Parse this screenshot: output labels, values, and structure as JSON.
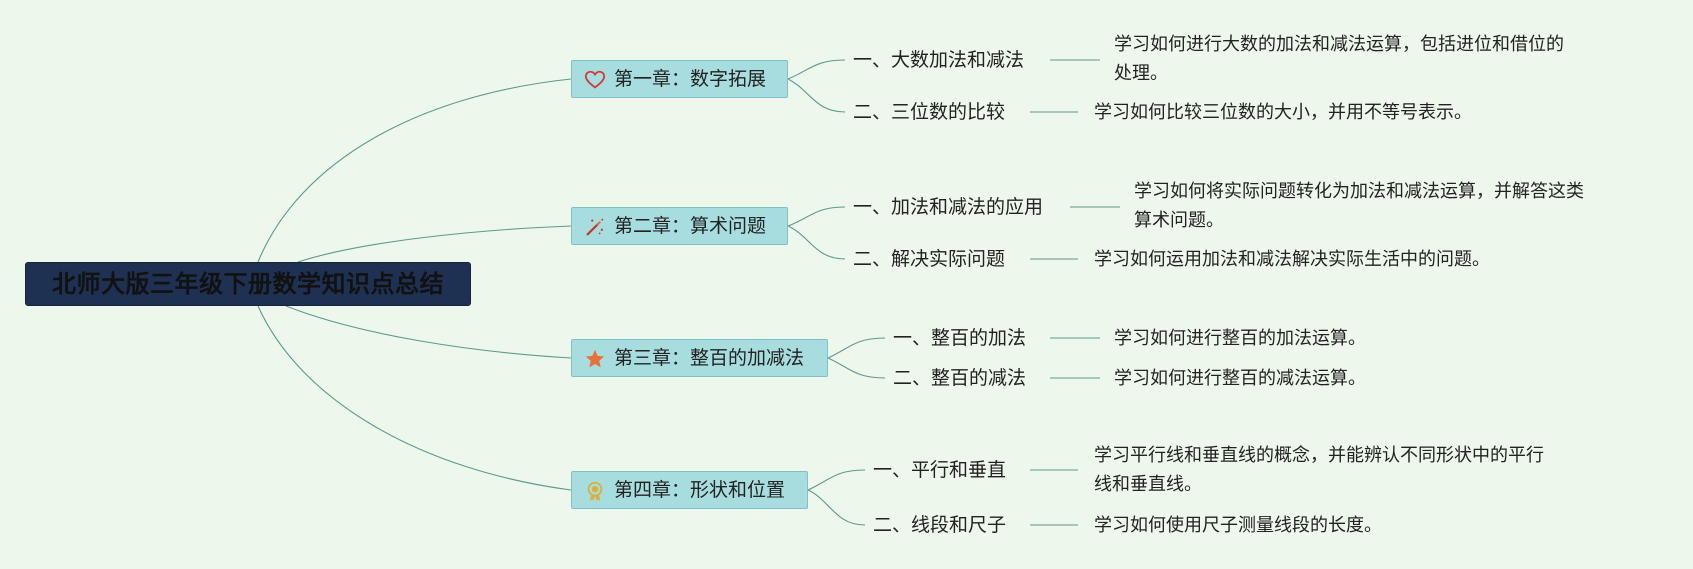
{
  "colors": {
    "background": "#eef7ec",
    "root_fill": "#1f3152",
    "chapter_fill": "#a8dde0",
    "chapter_border": "#7fc2c6",
    "connector": "#5d9a8d",
    "heart": "#d23a3a",
    "star": "#e8703a",
    "medal": "#d9b13a"
  },
  "root": {
    "title": "北师大版三年级下册数学知识点总结"
  },
  "chapters": [
    {
      "title": "第一章：数字拓展",
      "icon": "heart-outline-icon",
      "sections": [
        {
          "title": "一、大数加法和减法",
          "desc": [
            "学习如何进行大数的加法和减法运算，包括进位和借位的",
            "处理。"
          ]
        },
        {
          "title": "二、三位数的比较",
          "desc": [
            "学习如何比较三位数的大小，并用不等号表示。"
          ]
        }
      ]
    },
    {
      "title": "第二章：算术问题",
      "icon": "magic-wand-icon",
      "sections": [
        {
          "title": "一、加法和减法的应用",
          "desc": [
            "学习如何将实际问题转化为加法和减法运算，并解答这类",
            "算术问题。"
          ]
        },
        {
          "title": "二、解决实际问题",
          "desc": [
            "学习如何运用加法和减法解决实际生活中的问题。"
          ]
        }
      ]
    },
    {
      "title": "第三章：整百的加减法",
      "icon": "star-icon",
      "sections": [
        {
          "title": "一、整百的加法",
          "desc": [
            "学习如何进行整百的加法运算。"
          ]
        },
        {
          "title": "二、整百的减法",
          "desc": [
            "学习如何进行整百的减法运算。"
          ]
        }
      ]
    },
    {
      "title": "第四章：形状和位置",
      "icon": "medal-icon",
      "sections": [
        {
          "title": "一、平行和垂直",
          "desc": [
            "学习平行线和垂直线的概念，并能辨认不同形状中的平行",
            "线和垂直线。"
          ]
        },
        {
          "title": "二、线段和尺子",
          "desc": [
            "学习如何使用尺子测量线段的长度。"
          ]
        }
      ]
    }
  ]
}
